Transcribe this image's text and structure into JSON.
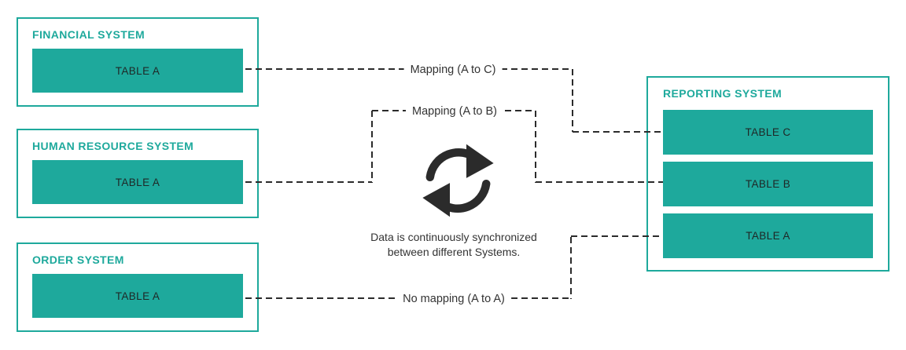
{
  "diagram": {
    "left_systems": [
      {
        "title": "FINANCIAL SYSTEM",
        "table": "TABLE A"
      },
      {
        "title": "HUMAN RESOURCE SYSTEM",
        "table": "TABLE A"
      },
      {
        "title": "ORDER SYSTEM",
        "table": "TABLE A"
      }
    ],
    "right_system": {
      "title": "REPORTING SYSTEM",
      "tables": [
        "TABLE C",
        "TABLE B",
        "TABLE A"
      ]
    },
    "connections": [
      {
        "label": "Mapping (A to C)"
      },
      {
        "label": "Mapping (A to B)"
      },
      {
        "label": "No mapping (A to A)"
      }
    ],
    "center": {
      "icon": "sync-icon",
      "caption_line1": "Data is continuously synchronized",
      "caption_line2": "between different Systems."
    },
    "colors": {
      "accent_teal": "#1EA99C",
      "connector_line": "#2B2B2B",
      "text_dark": "#333333",
      "table_text": "#1E2726"
    }
  }
}
